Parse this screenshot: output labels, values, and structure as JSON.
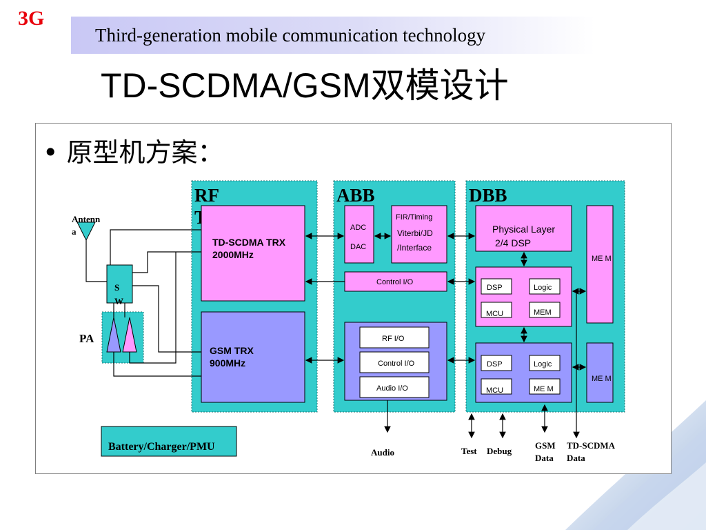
{
  "slide": {
    "logo": "3G",
    "subtitle": "Third-generation mobile communication technology",
    "title": "TD-SCDMA/GSM双模设计",
    "bullet": "• 原型机方案："
  },
  "colors": {
    "panel_teal": "#33cccc",
    "rf_pink": "#ff99ff",
    "gsm_purple": "#9999ff",
    "logo_red": "#e8000b",
    "title_band": "#c9c8f5"
  },
  "diagram": {
    "sections": {
      "rf_trx": "RF TRX",
      "abb": "ABB",
      "dbb": "DBB"
    },
    "antenna": "Antenna",
    "switch": "SW",
    "pa": "PA",
    "rf": {
      "tdscdma_line1": "TD-SCDMA TRX",
      "tdscdma_line2": "2000MHz",
      "gsm_line1": "GSM  TRX",
      "gsm_line2": "900MHz"
    },
    "abb": {
      "adc": "ADC",
      "dac": "DAC",
      "fir_line1": "FIR/Timing",
      "fir_line2": "Viterbi/JD",
      "fir_line3": "/Interface",
      "control_io": "Control I/O",
      "rf_io": "RF I/O",
      "control_io2": "Control I/O",
      "audio_io": "Audio I/O"
    },
    "dbb": {
      "physical_line1": "Physical Layer",
      "physical_line2": "2/4 DSP",
      "dsp1": "DSP",
      "logic1": "Logic",
      "mcu1": "MCU",
      "mem1": "MEM",
      "dsp2": "DSP",
      "logic2": "Logic",
      "mcu2": "MCU",
      "mem2": "ME M",
      "mem_pink": "ME M",
      "mem_blue": "ME M"
    },
    "battery": "Battery/Charger/PMU",
    "outputs": {
      "audio": "Audio",
      "test": "Test",
      "debug": "Debug",
      "gsm_line1": "GSM",
      "gsm_line2": "Data",
      "td_line1": "TD-SCDMA",
      "td_line2": "Data"
    }
  }
}
